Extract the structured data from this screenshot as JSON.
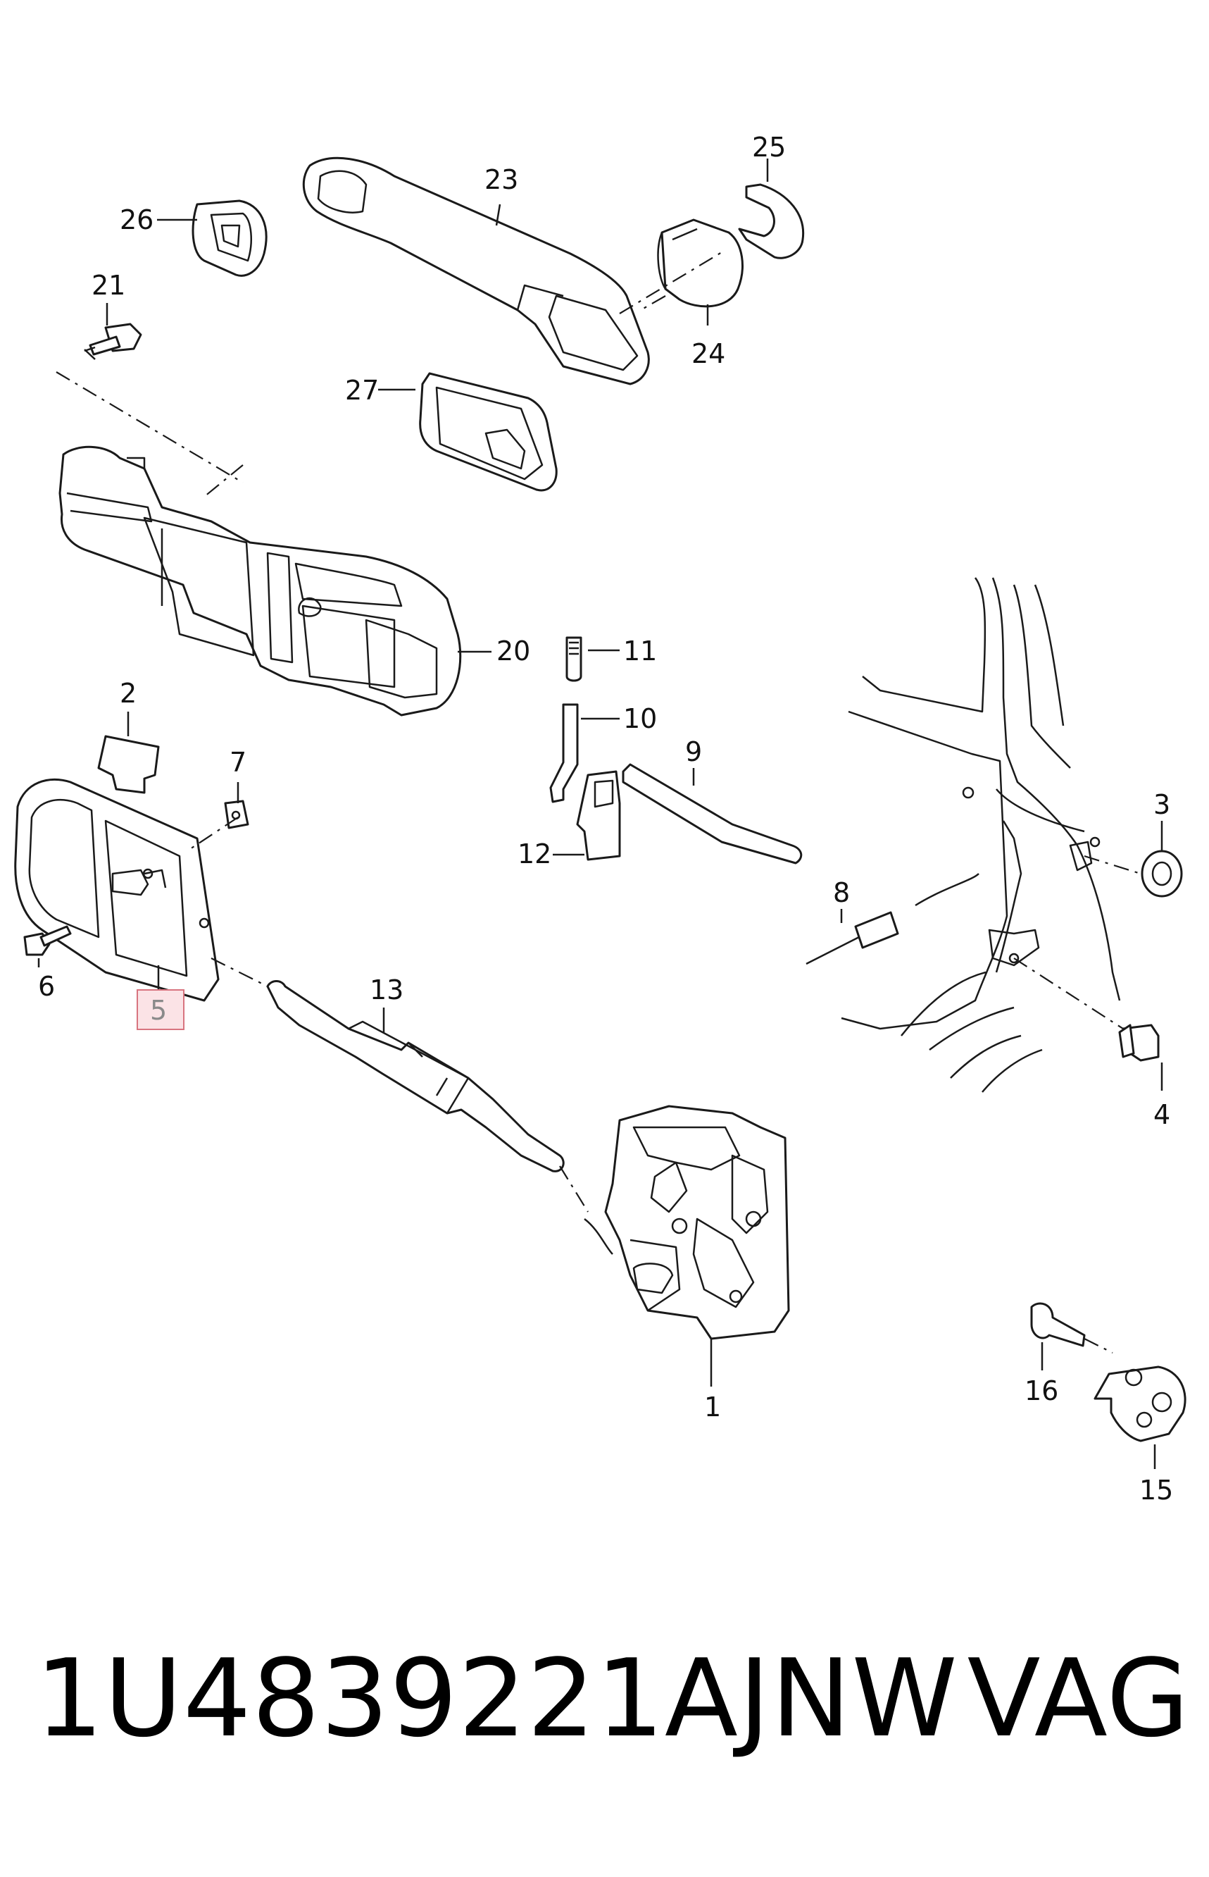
{
  "callouts": {
    "p1": "1",
    "p2": "2",
    "p3": "3",
    "p4": "4",
    "p5": "5",
    "p6": "6",
    "p7": "7",
    "p8": "8",
    "p9": "9",
    "p10": "10",
    "p11": "11",
    "p12": "12",
    "p13": "13",
    "p15": "15",
    "p16": "16",
    "p20": "20",
    "p21": "21",
    "p23": "23",
    "p24": "24",
    "p25": "25",
    "p26": "26",
    "p27": "27"
  },
  "highlighted_callout": "5",
  "highlight_color": "#d8747f",
  "footer": {
    "part_number": "1U4839221AJNW",
    "brand": "VAG"
  }
}
